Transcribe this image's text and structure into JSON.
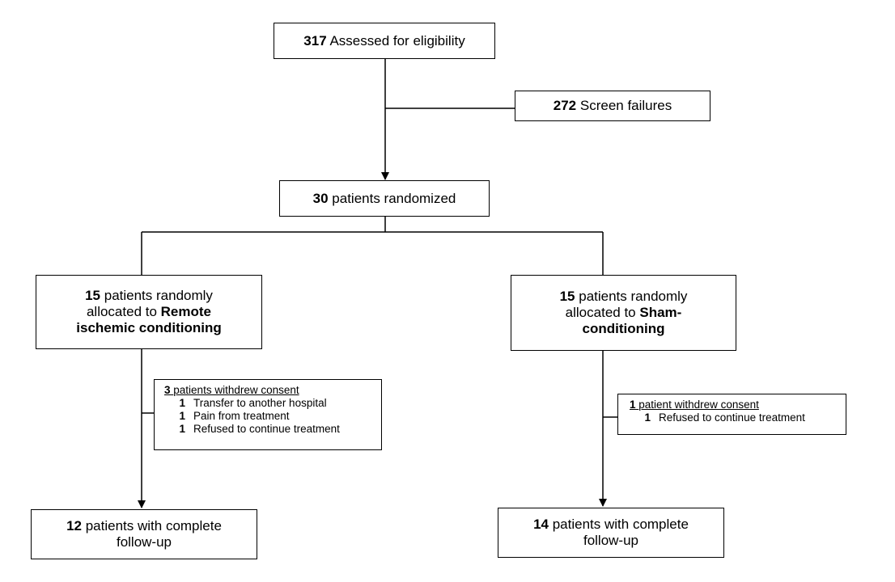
{
  "assessed": {
    "count": "317",
    "text": "Assessed for eligibility"
  },
  "screen_failures": {
    "count": "272",
    "text": "Screen failures"
  },
  "randomized": {
    "count": "30",
    "text": "patients randomized"
  },
  "left_arm": {
    "count": "15",
    "line1": "patients randomly",
    "line2": "allocated to",
    "bold2": "Remote",
    "bold3": "ischemic conditioning"
  },
  "right_arm": {
    "count": "15",
    "line1": "patients randomly",
    "line2": "allocated to",
    "bold2": "Sham-",
    "bold3": "conditioning"
  },
  "left_withdrawal": {
    "count": "3",
    "text": "patients withdrew consent",
    "items": [
      {
        "n": "1",
        "reason": "Transfer to another hospital"
      },
      {
        "n": "1",
        "reason": "Pain from treatment"
      },
      {
        "n": "1",
        "reason": "Refused to continue treatment"
      }
    ]
  },
  "right_withdrawal": {
    "count": "1",
    "text": "patient withdrew consent",
    "items": [
      {
        "n": "1",
        "reason": "Refused to continue treatment"
      }
    ]
  },
  "left_followup": {
    "count": "12",
    "line1": "patients with complete",
    "line2": "follow-up"
  },
  "right_followup": {
    "count": "14",
    "line1": "patients with complete",
    "line2": "follow-up"
  }
}
